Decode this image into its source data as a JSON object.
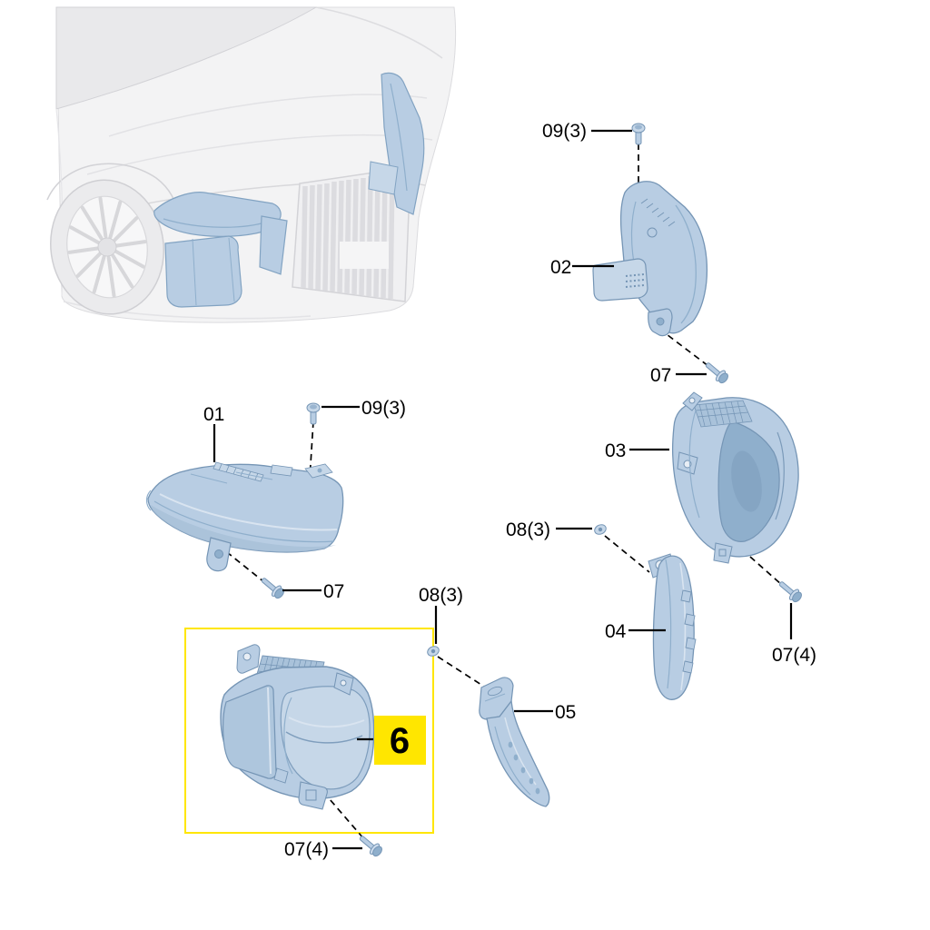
{
  "diagram": {
    "type": "exploded-parts-diagram",
    "subject": "front lamp / fog lamp components",
    "colors": {
      "background": "#ffffff",
      "part_fill": "#b8cde3",
      "part_fill_light": "#c6d7e8",
      "part_fill_dark": "#8fafcc",
      "part_stroke": "#7595b5",
      "car_fill": "#f3f3f4",
      "car_stroke": "#d6d6d9",
      "highlight_yellow": "#ffe600",
      "callout_line": "#000000"
    },
    "selected_part": {
      "number": "6"
    },
    "callouts": {
      "screw09_top": "09(3)",
      "part02": "02",
      "bolt07_top": "07",
      "part01": "01",
      "screw09_left": "09(3)",
      "bolt07_left": "07",
      "clip08_mid": "08(3)",
      "part03": "03",
      "clip08_right": "08(3)",
      "part04": "04",
      "part05": "05",
      "bolt07x4_right": "07(4)",
      "bolt07x4_bottom": "07(4)",
      "badge6": "6"
    }
  }
}
